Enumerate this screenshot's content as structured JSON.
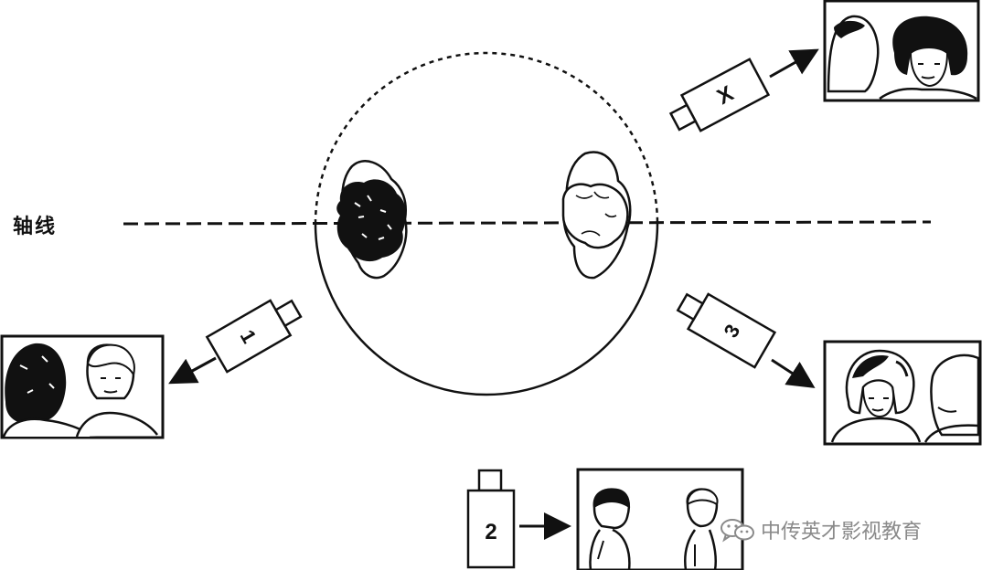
{
  "axis": {
    "label": "轴线"
  },
  "cameras": [
    {
      "id": "x",
      "label": "X",
      "valid": false
    },
    {
      "id": "1",
      "label": "1",
      "valid": true
    },
    {
      "id": "3",
      "label": "3",
      "valid": true
    },
    {
      "id": "2",
      "label": "2",
      "valid": true
    }
  ],
  "watermark": {
    "text": "中传英才影视教育",
    "icon": "wechat-icon"
  },
  "colors": {
    "ink": "#111111",
    "watermark": "#8a8a8a"
  }
}
